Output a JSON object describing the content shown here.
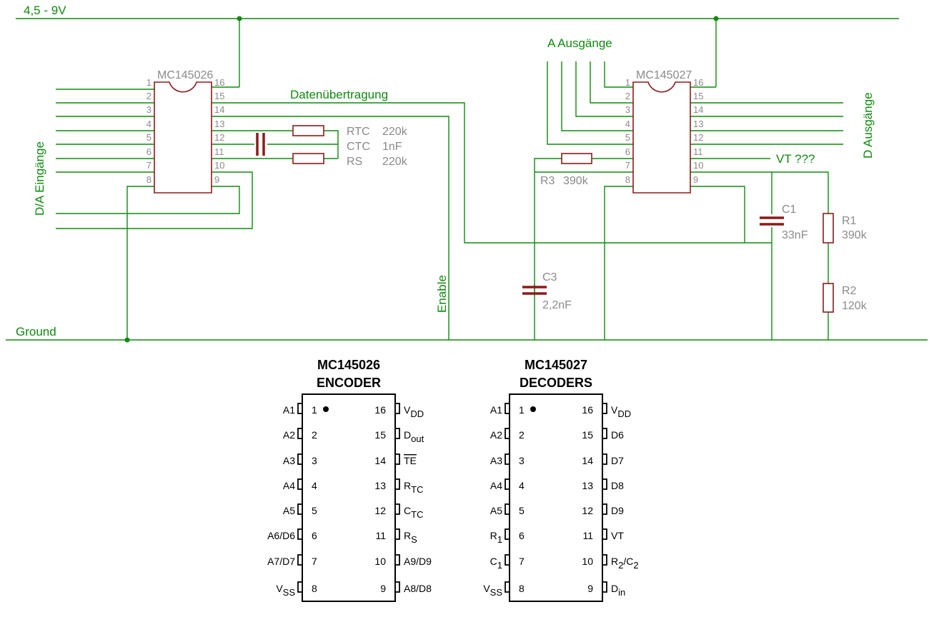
{
  "schematic": {
    "supply_label": "4,5 - 9V",
    "ground_label": "Ground",
    "inputs_label": "D/A Eingänge",
    "a_outputs_label": "A Ausgänge",
    "d_outputs_label": "D Ausgänge",
    "data_label": "Datenübertragung",
    "enable_label": "Enable",
    "vt_label": "VT ???",
    "encoder_chip": "MC145026",
    "decoder_chip": "MC145027",
    "rtc": {
      "name": "RTC",
      "value": "220k"
    },
    "ctc": {
      "name": "CTC",
      "value": "1nF"
    },
    "rs": {
      "name": "RS",
      "value": "220k"
    },
    "r3": {
      "name": "R3",
      "value": "390k"
    },
    "c3": {
      "name": "C3",
      "value": "2,2nF"
    },
    "c1": {
      "name": "C1",
      "value": "33nF"
    },
    "r1": {
      "name": "R1",
      "value": "390k"
    },
    "r2": {
      "name": "R2",
      "value": "120k"
    },
    "pins_left": [
      "1",
      "2",
      "3",
      "4",
      "5",
      "6",
      "7",
      "8"
    ],
    "pins_right": [
      "16",
      "15",
      "14",
      "13",
      "12",
      "11",
      "10",
      "9"
    ]
  },
  "pinouts": {
    "encoder": {
      "title1": "MC145026",
      "title2": "ENCODER",
      "left": [
        {
          "num": "1",
          "label": "A1"
        },
        {
          "num": "2",
          "label": "A2"
        },
        {
          "num": "3",
          "label": "A3"
        },
        {
          "num": "4",
          "label": "A4"
        },
        {
          "num": "5",
          "label": "A5"
        },
        {
          "num": "6",
          "label": "A6/D6"
        },
        {
          "num": "7",
          "label": "A7/D7"
        },
        {
          "num": "8",
          "label": "V",
          "sub": "SS"
        }
      ],
      "right": [
        {
          "num": "16",
          "label": "V",
          "sub": "DD"
        },
        {
          "num": "15",
          "label": "D",
          "sub": "out"
        },
        {
          "num": "14",
          "label": "TE",
          "overline": true
        },
        {
          "num": "13",
          "label": "R",
          "sub": "TC"
        },
        {
          "num": "12",
          "label": "C",
          "sub": "TC"
        },
        {
          "num": "11",
          "label": "R",
          "sub": "S"
        },
        {
          "num": "10",
          "label": "A9/D9"
        },
        {
          "num": "9",
          "label": "A8/D8"
        }
      ]
    },
    "decoder": {
      "title1": "MC145027",
      "title2": "DECODERS",
      "left": [
        {
          "num": "1",
          "label": "A1"
        },
        {
          "num": "2",
          "label": "A2"
        },
        {
          "num": "3",
          "label": "A3"
        },
        {
          "num": "4",
          "label": "A4"
        },
        {
          "num": "5",
          "label": "A5"
        },
        {
          "num": "6",
          "label": "R",
          "sub": "1"
        },
        {
          "num": "7",
          "label": "C",
          "sub": "1"
        },
        {
          "num": "8",
          "label": "V",
          "sub": "SS"
        }
      ],
      "right": [
        {
          "num": "16",
          "label": "V",
          "sub": "DD"
        },
        {
          "num": "15",
          "label": "D6"
        },
        {
          "num": "14",
          "label": "D7"
        },
        {
          "num": "13",
          "label": "D8"
        },
        {
          "num": "12",
          "label": "D9"
        },
        {
          "num": "11",
          "label": "VT"
        },
        {
          "num": "10",
          "label": "R",
          "sub": "2",
          "label2": "/C",
          "sub2": "2"
        },
        {
          "num": "9",
          "label": "D",
          "sub": "in"
        }
      ]
    }
  },
  "colors": {
    "wire": "#0f8a0f",
    "component": "#8b1a1a",
    "label_gray": "#8a8a8a"
  }
}
